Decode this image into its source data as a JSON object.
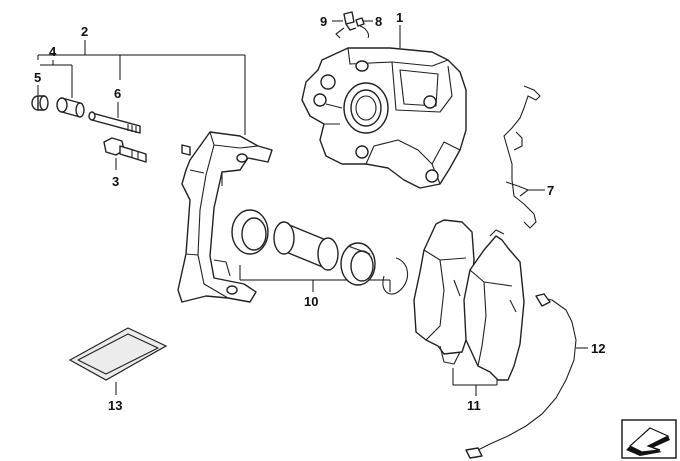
{
  "labels": {
    "l1": "1",
    "l2": "2",
    "l3": "3",
    "l4": "4",
    "l5": "5",
    "l6": "6",
    "l7": "7",
    "l8": "8",
    "l9": "9",
    "l10": "10",
    "l11": "11",
    "l12": "12",
    "l13": "13"
  },
  "icons": {
    "corner": "arrow-down-left-icon"
  },
  "colors": {
    "ink": "#111111",
    "background": "#ffffff"
  }
}
